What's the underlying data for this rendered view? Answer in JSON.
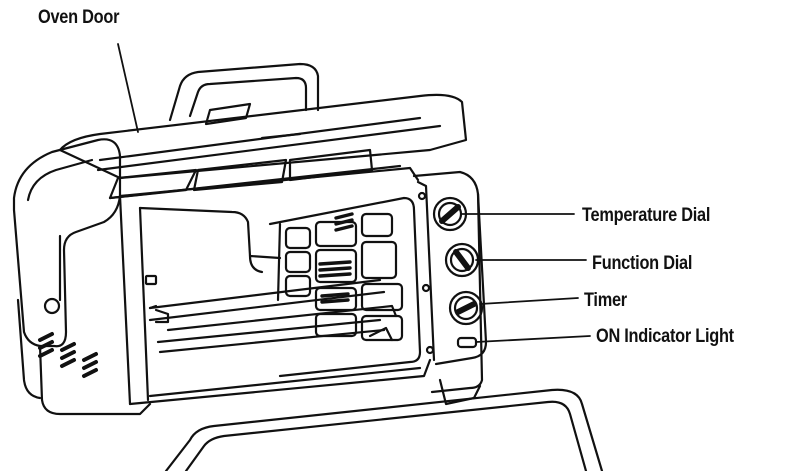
{
  "labels": {
    "oven_door": "Oven Door",
    "temperature_dial": "Temperature Dial",
    "function_dial": "Function Dial",
    "timer": "Timer",
    "on_indicator_light": "ON Indicator Light"
  },
  "colors": {
    "line": "#111111",
    "fill": "#ffffff",
    "shade": "#1a1a1a"
  }
}
